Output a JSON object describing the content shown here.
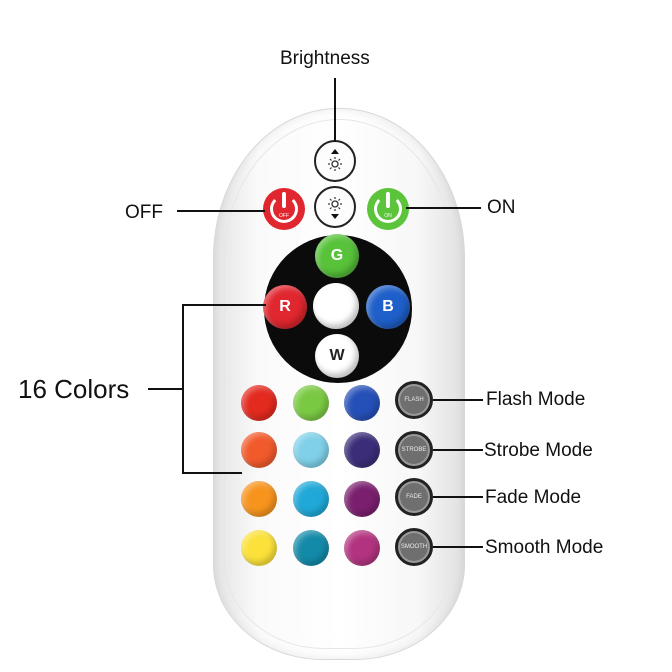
{
  "callouts": {
    "brightness": "Brightness",
    "off": "OFF",
    "on": "ON",
    "colors": "16 Colors",
    "flash_mode": "Flash Mode",
    "strobe_mode": "Strobe Mode",
    "fade_mode": "Fade Mode",
    "smooth_mode": "Smooth Mode"
  },
  "remote": {
    "buttons": {
      "brightness_up_icon": "sun-up-icon",
      "brightness_down_icon": "sun-down-icon",
      "off_label": "OFF",
      "on_label": "ON",
      "green_label": "G",
      "red_label": "R",
      "blue_label": "B",
      "white_label": "W",
      "flash_label": "FLASH",
      "strobe_label": "STROBE",
      "fade_label": "FADE",
      "smooth_label": "SMOOTH"
    },
    "colors": {
      "off": "#e0262e",
      "on": "#5cc43a",
      "green": "#57c23a",
      "red": "#e0262e",
      "blue": "#1f5fc9",
      "white": "#ffffff",
      "grid": [
        [
          "#e32a1f",
          "#7ac943",
          "#2550b8"
        ],
        [
          "#f15a2b",
          "#7fd0e8",
          "#3b2d78"
        ],
        [
          "#f7941d",
          "#1fa8d8",
          "#7a1f6e"
        ],
        [
          "#fbe13a",
          "#138aa8",
          "#b2337f"
        ]
      ]
    }
  }
}
